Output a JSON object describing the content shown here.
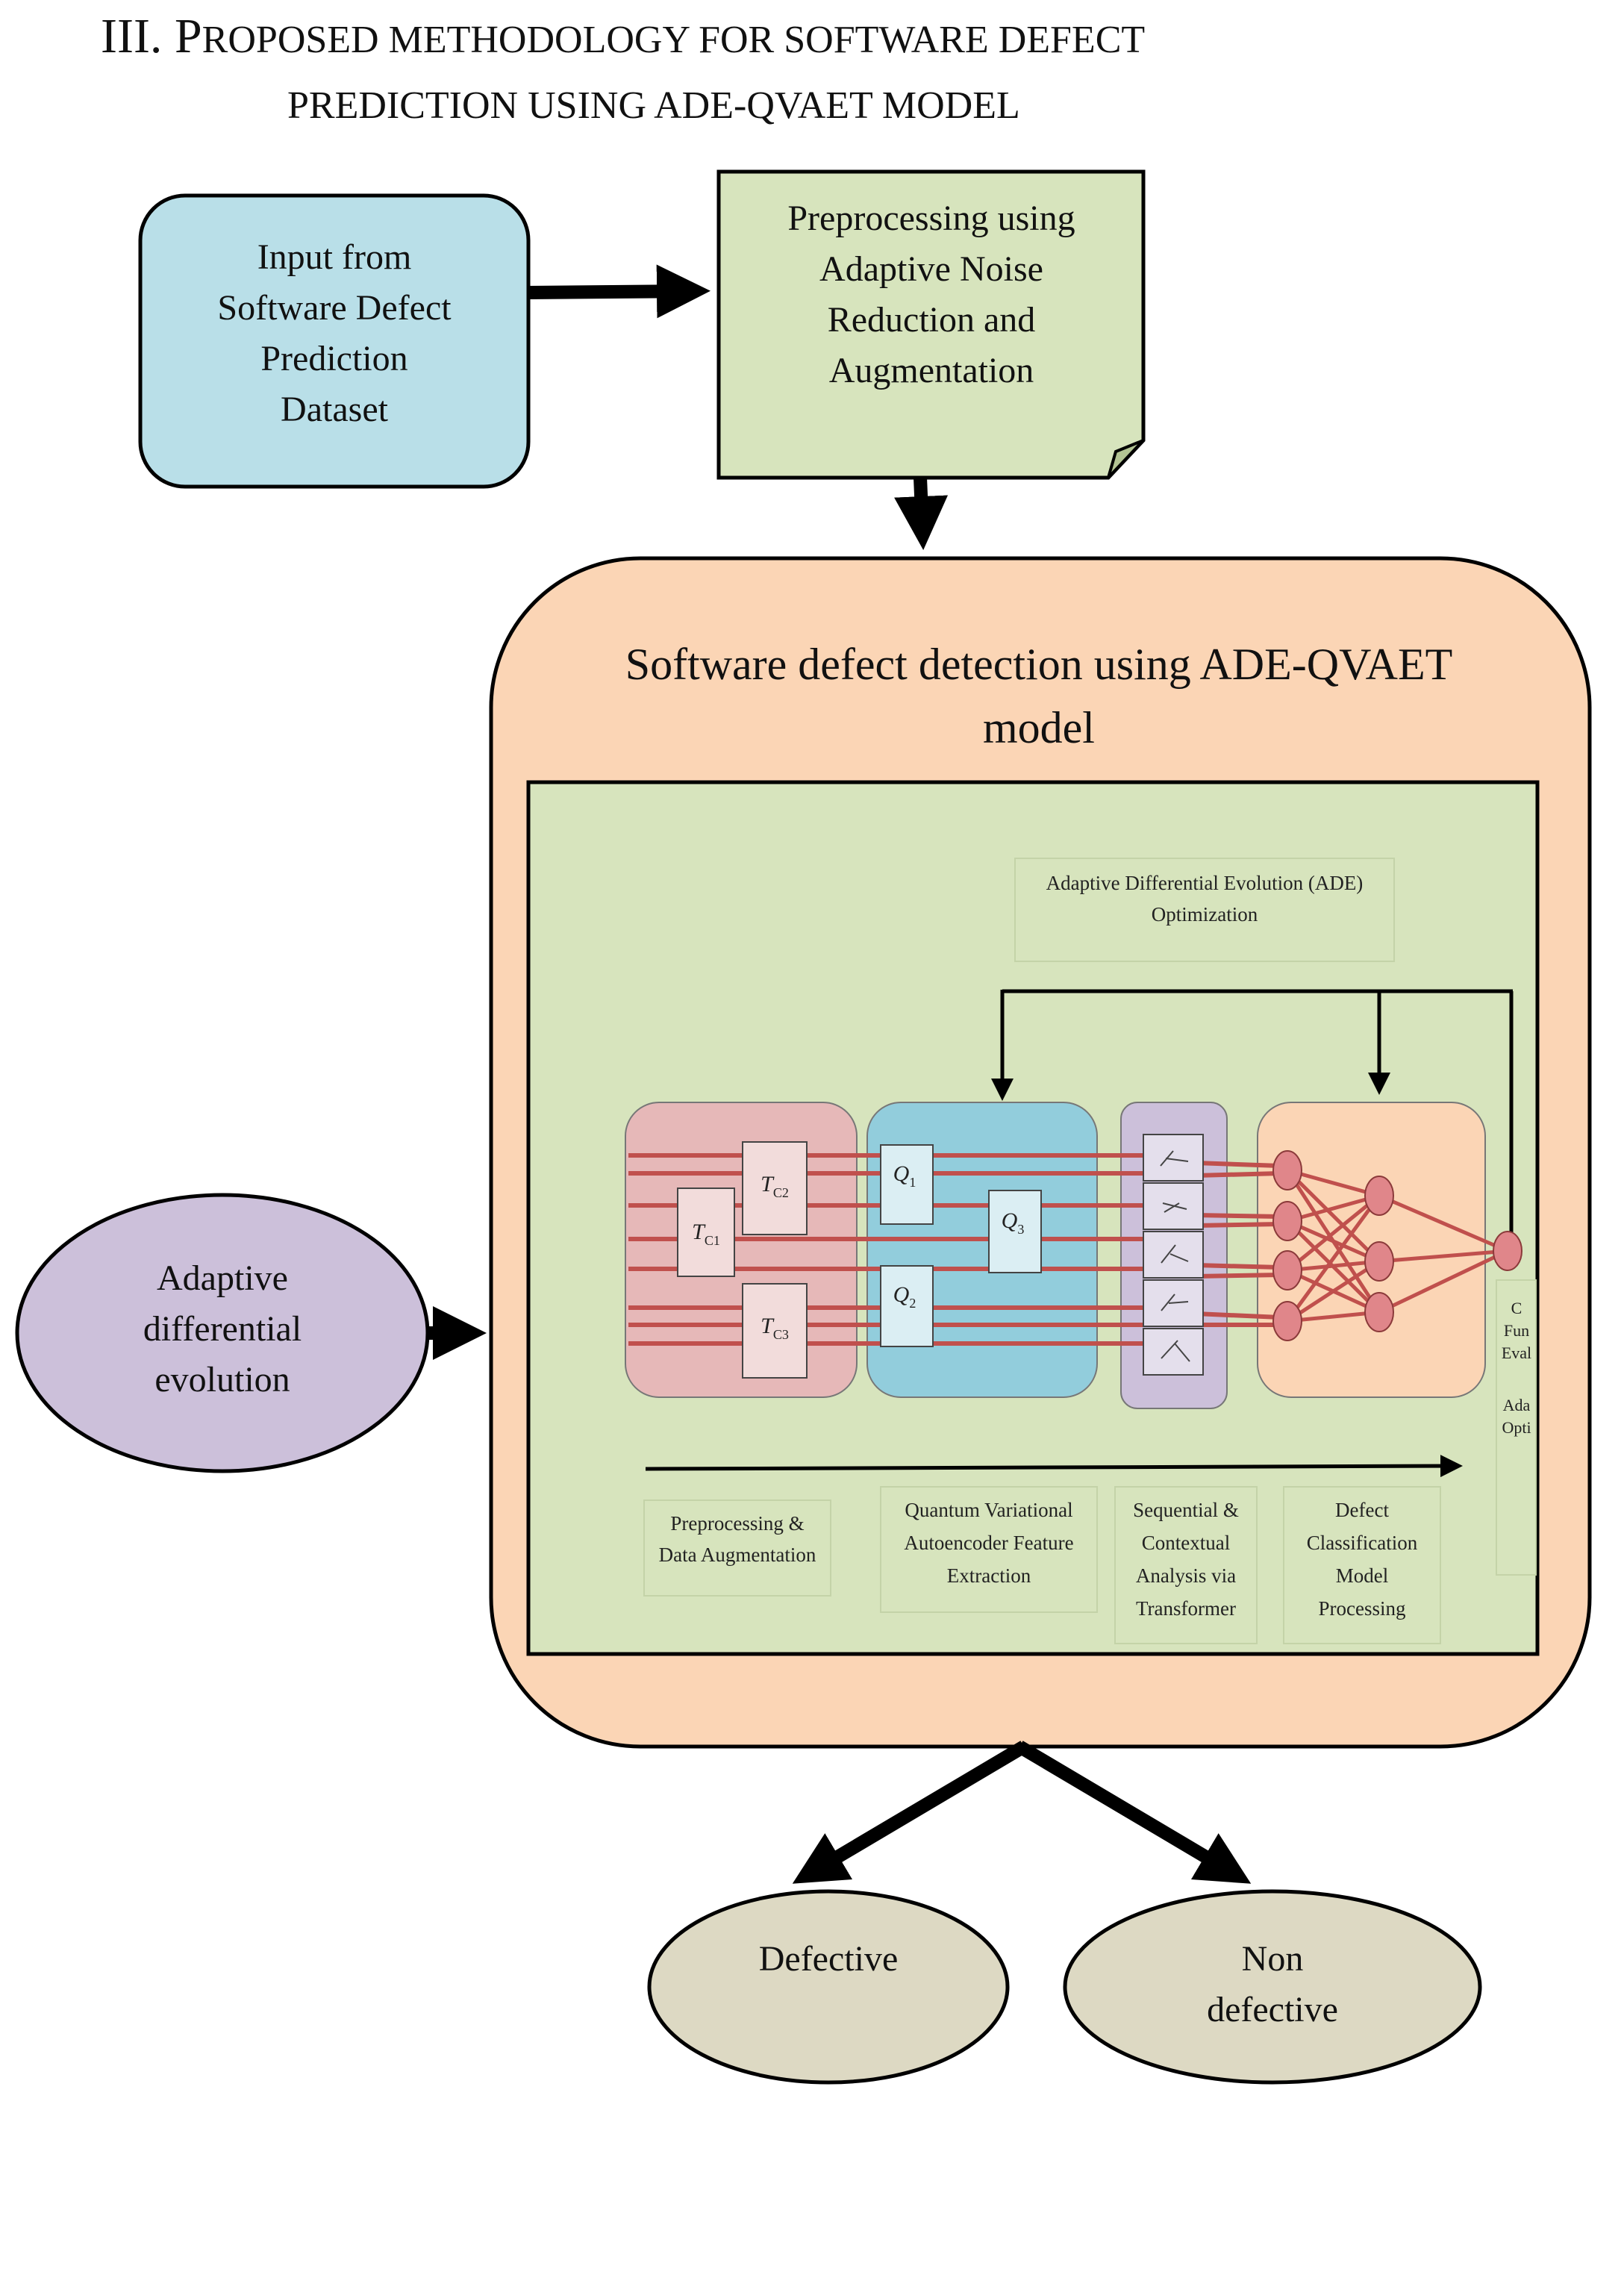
{
  "heading": {
    "line1_prefix": "III. ",
    "line1_cap": "P",
    "line1_rest": "ROPOSED METHODOLOGY FOR SOFTWARE DEFECT",
    "line2": "PREDICTION USING ADE-QVAET MODEL"
  },
  "input_box": {
    "lines": [
      "Input from",
      "Software Defect",
      "Prediction",
      "Dataset"
    ]
  },
  "preprocess_box": {
    "lines": [
      "Preprocessing using",
      "Adaptive Noise",
      "Reduction and",
      "Augmentation"
    ]
  },
  "model_box": {
    "title_lines": [
      "Software defect detection using ADE-QVAET",
      "model"
    ],
    "ade_label": [
      "Adaptive Differential Evolution (ADE)",
      "Optimization"
    ],
    "blocks": {
      "tc1": "T",
      "tc1_sub": "C1",
      "tc2": "T",
      "tc2_sub": "C2",
      "tc3": "T",
      "tc3_sub": "C3",
      "q1": "Q",
      "q1_sub": "1",
      "q2": "Q",
      "q2_sub": "2",
      "q3": "Q",
      "q3_sub": "3"
    },
    "stage_labels": [
      [
        "Preprocessing &",
        "Data Augmentation"
      ],
      [
        "Quantum Variational",
        "Autoencoder Feature",
        "Extraction"
      ],
      [
        "Sequential &",
        "Contextual",
        "Analysis via",
        "Transformer"
      ],
      [
        "Defect",
        "Classification",
        "Model",
        "Processing"
      ]
    ],
    "cut_off_label": [
      "C",
      "Fun",
      "Eval",
      "",
      "Ada",
      "Opti"
    ]
  },
  "ade_ellipse": {
    "lines": [
      "Adaptive",
      "differential",
      "evolution"
    ]
  },
  "outputs": {
    "defective": [
      "Defective"
    ],
    "non_defective": [
      "Non",
      "defective"
    ]
  },
  "colors": {
    "input_fill": "#b9dfe8",
    "preprocess_fill": "#d7e4bd",
    "model_fill": "#fbd5b5",
    "inner_fill": "#d7e4bd",
    "ellipse_fill": "#ccc0da",
    "output_fill": "#ddd9c3",
    "red_block": "#e6b8b8",
    "blue_block": "#92cddc",
    "purple_block": "#ccc0da",
    "orange_block": "#fbd5b5",
    "wire": "#c0504d"
  }
}
